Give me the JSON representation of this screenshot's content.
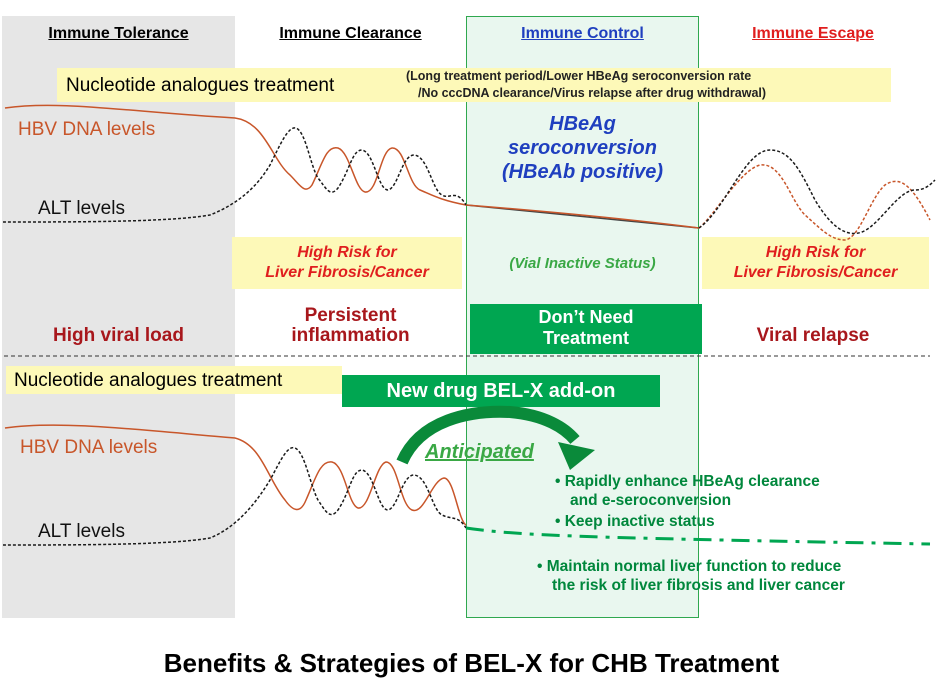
{
  "phases": [
    {
      "label": "Immune Tolerance",
      "color": "#000000"
    },
    {
      "label": "Immune Clearance",
      "color": "#000000"
    },
    {
      "label": "Immune Control",
      "color": "#1f3fbf"
    },
    {
      "label": "Immune Escape",
      "color": "#e01e1e"
    }
  ],
  "top": {
    "treatment_label": "Nucleotide analogues treatment",
    "treatment_note_line1": "(Long treatment period/Lower HBeAg seroconversion rate",
    "treatment_note_line2": "/No cccDNA clearance/Virus relapse after drug withdrawal)",
    "hbv_label": "HBV DNA levels",
    "alt_label": "ALT levels",
    "seroconversion_line1": "HBeAg",
    "seroconversion_line2": "seroconversion",
    "seroconversion_line3": "(HBeAb positive)",
    "risk_left_line1": "High Risk for",
    "risk_left_line2": "Liver Fibrosis/Cancer",
    "inactive_status": "(Vial Inactive Status)",
    "risk_right_line1": "High Risk for",
    "risk_right_line2": "Liver Fibrosis/Cancer",
    "state_1": "High viral load",
    "state_2_line1": "Persistent",
    "state_2_line2": "inflammation",
    "state_3_line1": "Don’t Need",
    "state_3_line2": "Treatment",
    "state_4": "Viral relapse"
  },
  "bottom": {
    "treatment_label": "Nucleotide analogues treatment",
    "new_drug": "New drug BEL-X add-on",
    "anticipated": "Anticipated",
    "hbv_label": "HBV DNA levels",
    "alt_label": "ALT levels",
    "bullets": [
      {
        "line1": "Rapidly enhance HBeAg clearance",
        "line2": "and e-seroconversion"
      },
      {
        "line1": "Keep inactive status",
        "line2": ""
      },
      {
        "line1": "Maintain normal liver function to reduce",
        "line2": "the risk of liver fibrosis and liver cancer"
      }
    ]
  },
  "footer_title": "Benefits & Strategies of BEL-X for CHB Treatment",
  "colors": {
    "hbv": "#c8562a",
    "alt": "#1a1a1a",
    "green": "#00a651",
    "arrow": "#0a8a3a"
  }
}
